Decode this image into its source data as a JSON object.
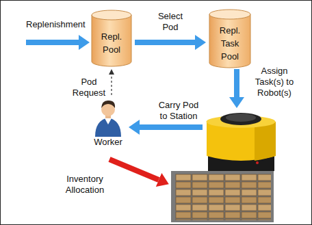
{
  "diagram": {
    "nodes": [
      {
        "text": [
          "Repl. Pool"
        ]
      },
      {
        "text": [
          "Repl. Task Pool"
        ]
      },
      {
        "text": [
          "Worker"
        ]
      }
    ],
    "edges": [
      {
        "from": 0,
        "to": 1,
        "label": "Select Pod",
        "arrow": "to"
      },
      {
        "from": 2,
        "to": 0,
        "label": "Pod Request",
        "arrow": "to"
      }
    ],
    "labels": [
      "Replenishment",
      "Assign Task(s) to Robot(s)",
      "Carry Pod to Station",
      "Inventory Allocation"
    ]
  }
}
